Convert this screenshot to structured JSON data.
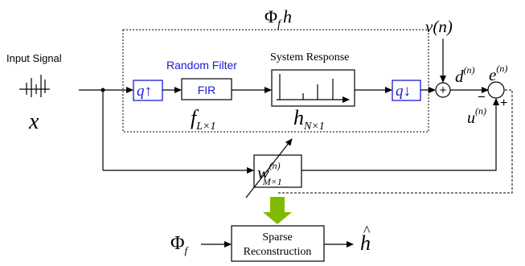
{
  "input": {
    "label": "Input Signal",
    "symbol": "x"
  },
  "phi_h": {
    "main": "Φ",
    "sub": "f",
    "tail": "h"
  },
  "upsample": {
    "q": "q",
    "arrow": "↑"
  },
  "random_filter": {
    "title": "Random Filter",
    "box": "FIR",
    "symbol_main": "f",
    "symbol_sub": "L×1"
  },
  "system_response": {
    "title": "System Response",
    "symbol_main": "h",
    "symbol_sub": "N×1"
  },
  "downsample": {
    "q": "q",
    "arrow": "↓"
  },
  "noise": {
    "main": "v",
    "paren": "(n)"
  },
  "sum_node": {
    "symbol": "+"
  },
  "desired": {
    "main": "d",
    "sup": "(n)"
  },
  "error": {
    "main": "e",
    "sup": "(n)",
    "minus": "−",
    "plus": "+"
  },
  "estimate": {
    "main": "u",
    "sup": "(n)"
  },
  "adaptive_filter": {
    "main": "w",
    "sup": "(n)",
    "sub": "M×1"
  },
  "sparse": {
    "line1": "Sparse",
    "line2": "Reconstruction",
    "input_main": "Φ",
    "input_sub": "f",
    "output": "h",
    "output_hat": "^"
  },
  "colors": {
    "blue": "#1a1ad0",
    "green": "#7fba00"
  }
}
